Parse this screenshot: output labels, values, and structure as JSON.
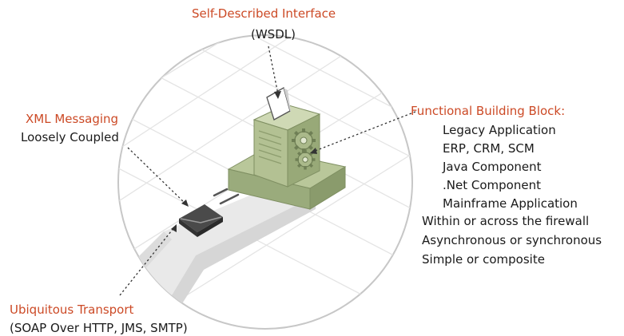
{
  "colors": {
    "heading_accent": "#cc4a26",
    "body_text": "#1a1a1a",
    "server_fill": "#b9c79a",
    "server_dark": "#8fa071",
    "circle_outline": "#c7c7c7"
  },
  "interface": {
    "heading": "Self-Described Interface",
    "subheading": "(WSDL)"
  },
  "messaging": {
    "heading": "XML Messaging",
    "subheading": "Loosely Coupled"
  },
  "building_block": {
    "heading": "Functional Building Block:",
    "examples": [
      "Legacy Application",
      "ERP, CRM, SCM",
      "Java Component",
      ".Net Component",
      "Mainframe Application"
    ],
    "properties": [
      "Within or across the firewall",
      "Asynchronous or synchronous",
      "Simple or composite"
    ]
  },
  "transport": {
    "heading": "Ubiquitous Transport",
    "subheading": "(SOAP Over HTTP, JMS, SMTP)"
  },
  "icons": [
    "document-icon",
    "server-icon",
    "gear-icon",
    "envelope-icon"
  ]
}
